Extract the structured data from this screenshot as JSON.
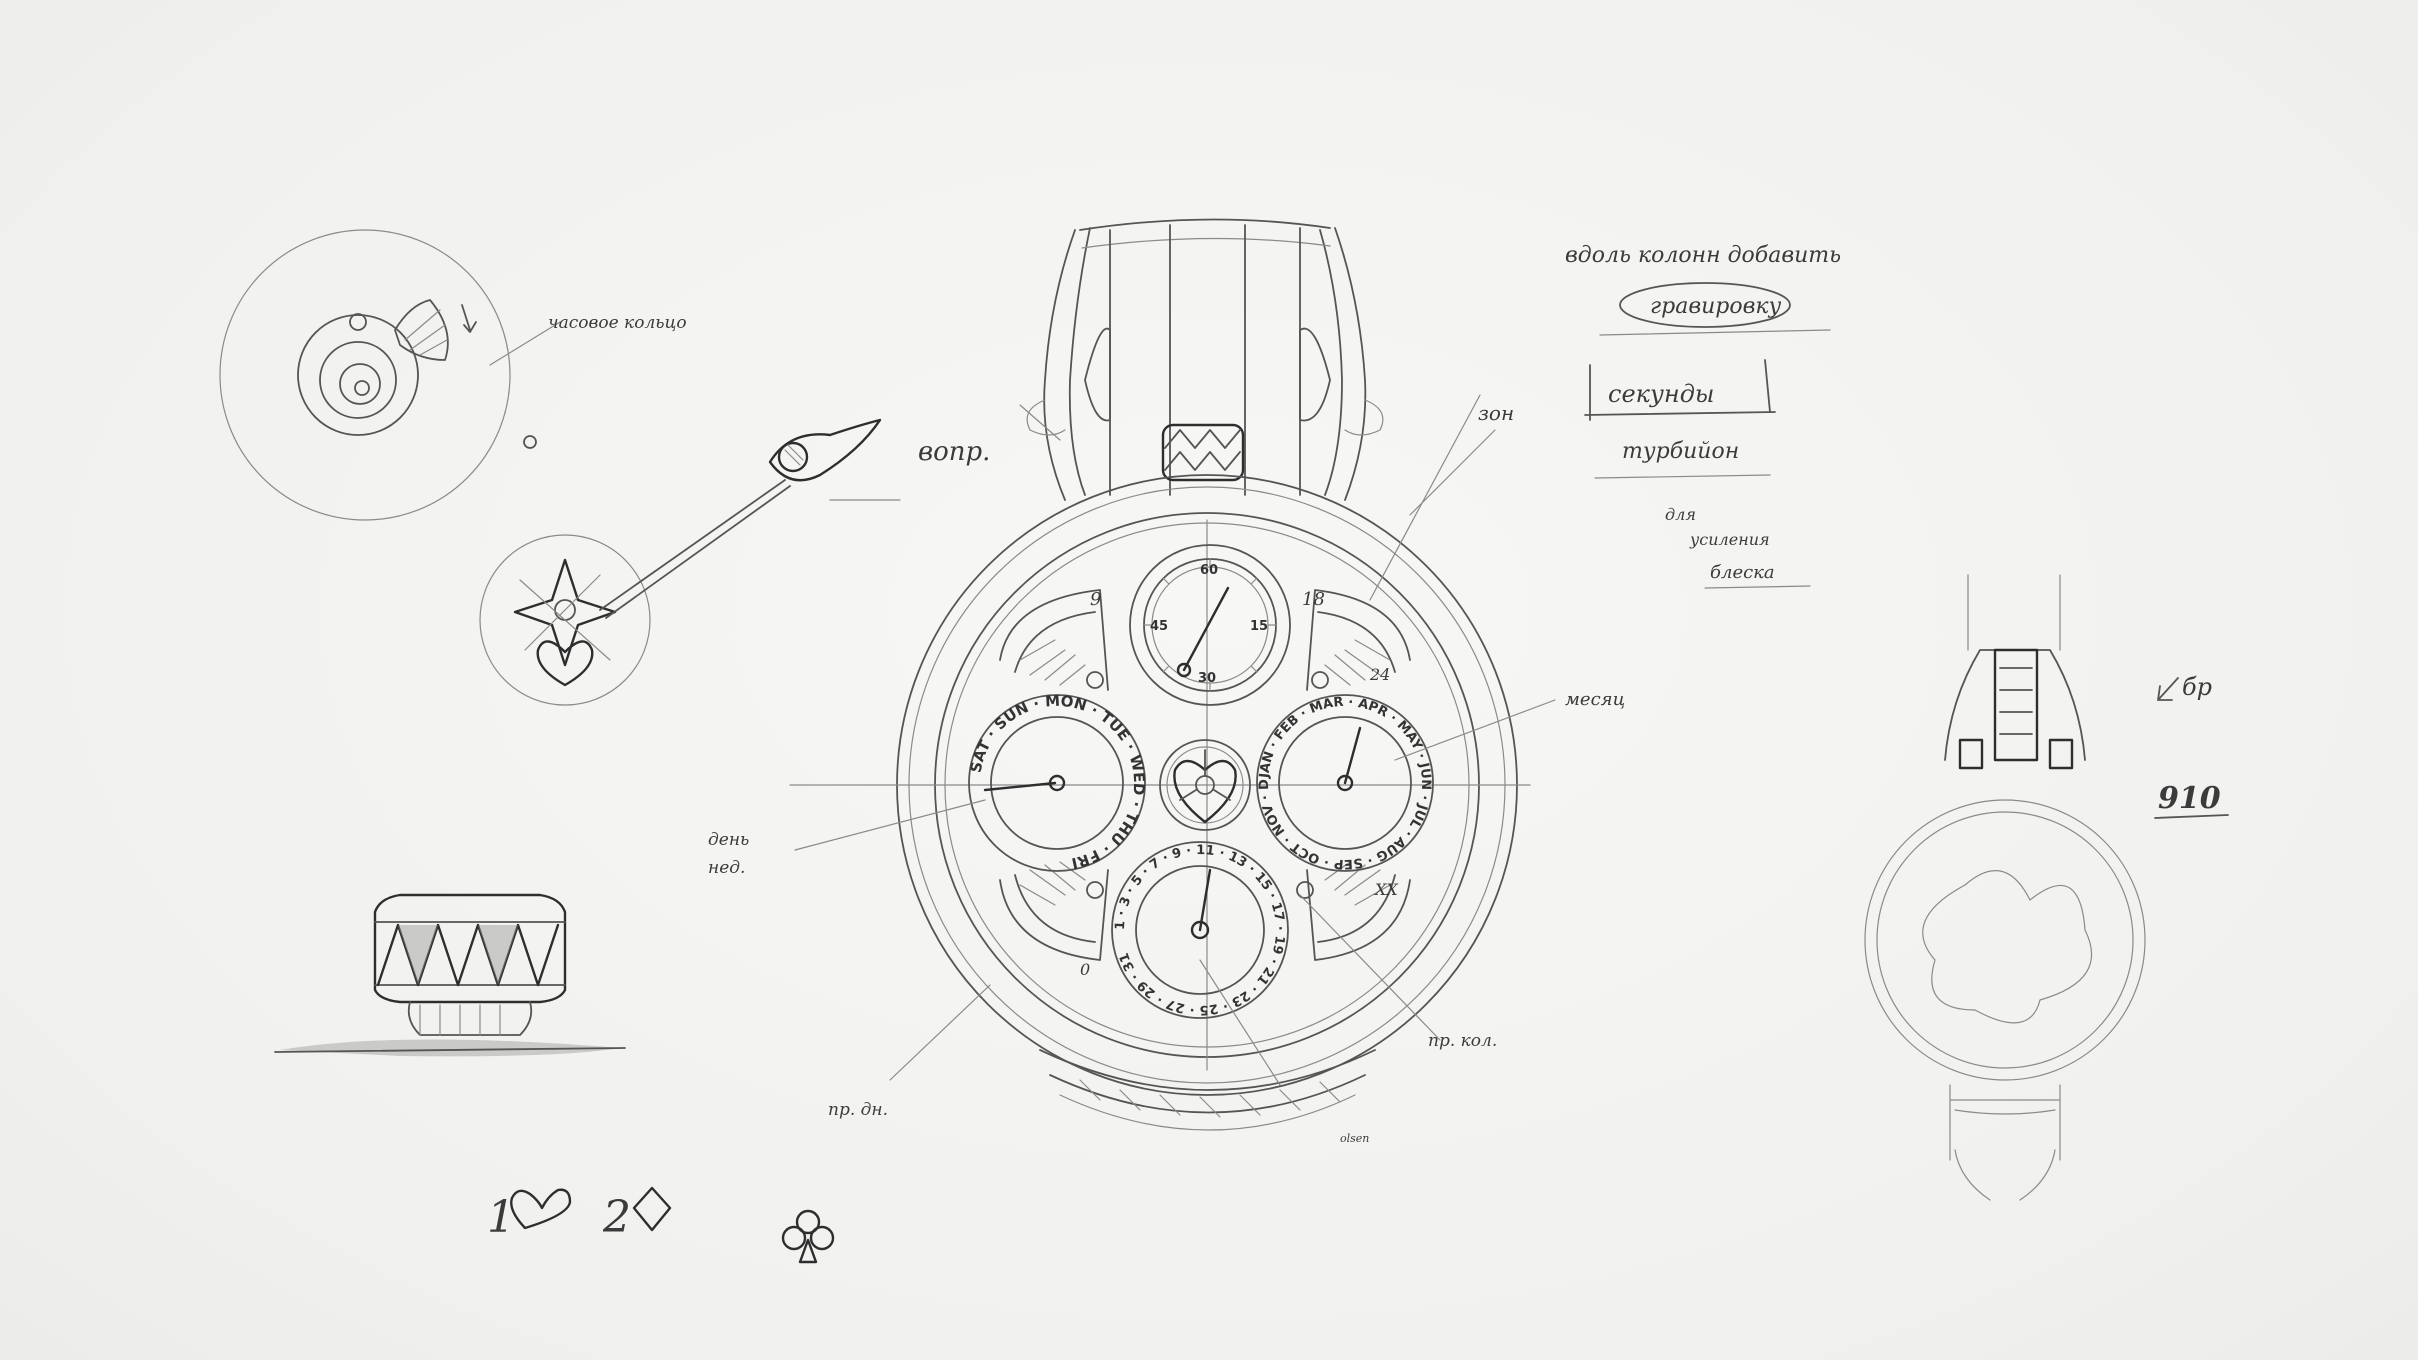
{
  "notes": {
    "top_right_1": "вдоль колонн добавить",
    "top_right_2": "гравировку",
    "top_right_3": "секунды",
    "top_right_4": "турбийон",
    "top_right_5": "для",
    "top_right_6": "усиления",
    "top_right_7": "блеска",
    "hour_ring_note": "часовое кольцо",
    "wheel_note": "вопр.",
    "zone_note": "зон",
    "month_note": "месяц",
    "day_note_1": "день",
    "day_note_2": "нед.",
    "reserve_note": "пр. кол.",
    "date_note": "пр. дн.",
    "side_arrow_note": "бр",
    "side_number": "910",
    "card_1": "1",
    "card_2": "2",
    "signature": "olsen"
  },
  "dial": {
    "seconds_numerals": [
      "60",
      "15",
      "30",
      "45"
    ],
    "days_ring": "SAT · SUN · MON · TUE · WED · THU · FRI",
    "months_ring": "JAN · FEB · MAR · APR · MAY · JUN · JUL · AUG · SEP · OCT · NOV · DEC",
    "date_ring": "1 · 3 · 5 · 7 · 9 · 11 · 13 · 15 · 17 · 19 · 21 · 23 · 25 · 27 · 29 · 31",
    "left_arc_label": "9",
    "right_arc_label": "18",
    "right_arc_label_2": "24",
    "bottom_left_arc_label": "0",
    "bottom_right_arc_label": "XX"
  },
  "colors": {
    "paper": "#f3f3f1",
    "graphite": "#3a3a3a"
  }
}
